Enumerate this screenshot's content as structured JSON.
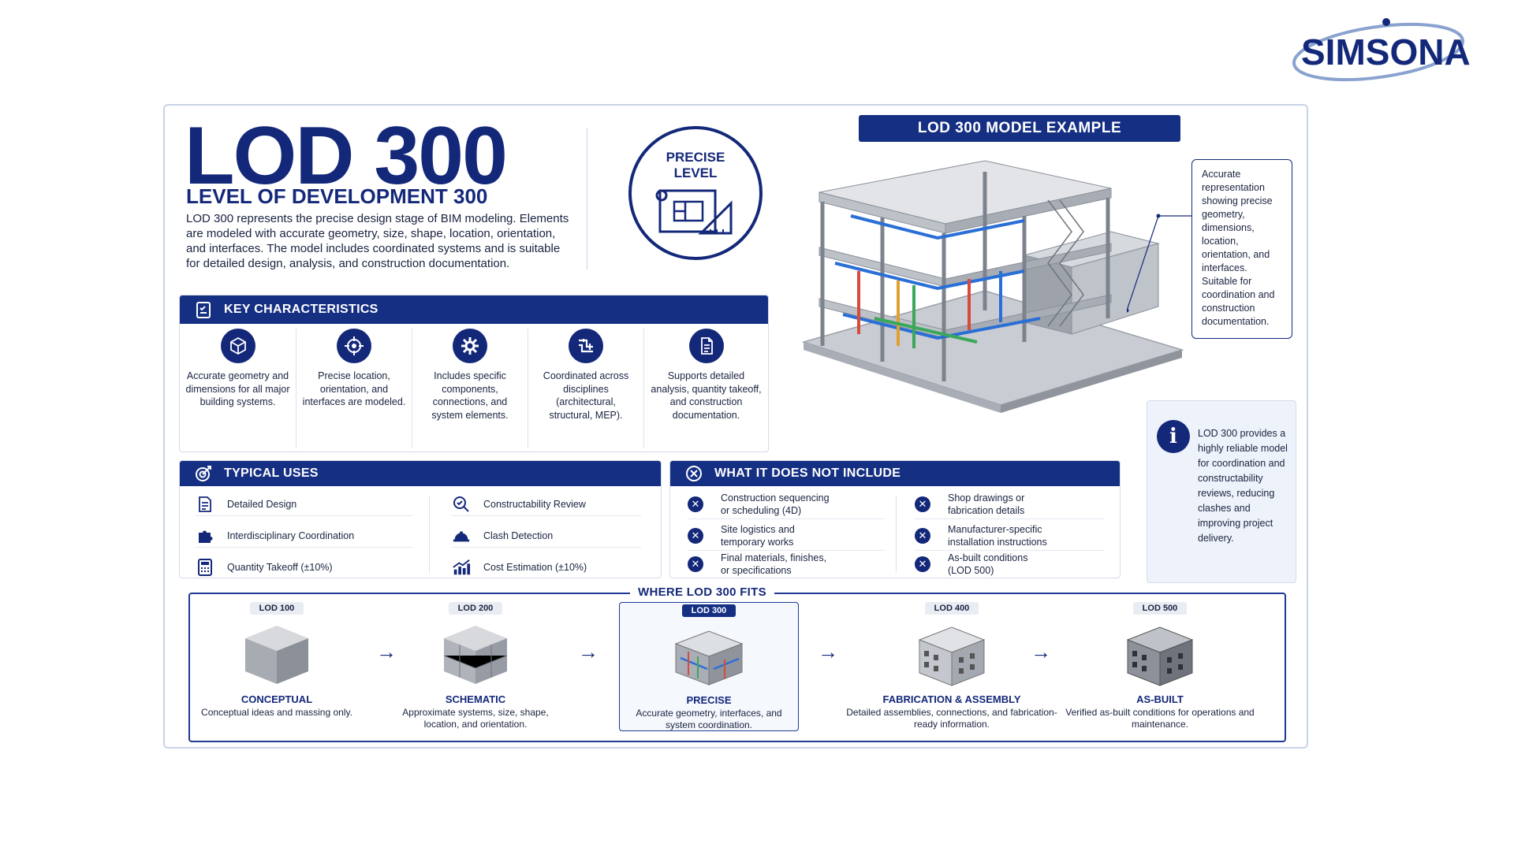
{
  "brand": {
    "logo_text": "SIMSONA"
  },
  "header": {
    "title": "LOD 300",
    "subtitle": "LEVEL OF DEVELOPMENT 300",
    "intro": "LOD 300 represents the precise design stage of BIM modeling. Elements are modeled with accurate geometry, size, shape, location, orientation, and interfaces. The model includes coordinated systems and is suitable for detailed design, analysis, and construction documentation.",
    "badge_line1": "PRECISE",
    "badge_line2": "LEVEL"
  },
  "key_characteristics": {
    "title": "KEY CHARACTERISTICS",
    "items": [
      {
        "icon": "cube-icon",
        "text": "Accurate geometry and dimensions for all major building systems."
      },
      {
        "icon": "crosshair-icon",
        "text": "Precise location, orientation, and interfaces are modeled."
      },
      {
        "icon": "gear-icon",
        "text": "Includes specific components, connections, and system elements."
      },
      {
        "icon": "pipes-icon",
        "text": "Coordinated across disciplines (architectural, structural, MEP)."
      },
      {
        "icon": "document-icon",
        "text": "Supports detailed analysis, quantity takeoff, and construction documentation."
      }
    ]
  },
  "typical_uses": {
    "title": "TYPICAL USES",
    "items": [
      {
        "icon": "blueprint-icon",
        "label": "Detailed Design"
      },
      {
        "icon": "puzzle-icon",
        "label": "Interdisciplinary Coordination"
      },
      {
        "icon": "calculator-icon",
        "label": "Quantity Takeoff (±10%)"
      },
      {
        "icon": "magnifier-check-icon",
        "label": "Constructability Review"
      },
      {
        "icon": "hardhat-icon",
        "label": "Clash Detection"
      },
      {
        "icon": "chart-up-icon",
        "label": "Cost Estimation (±10%)"
      }
    ]
  },
  "not_included": {
    "title": "WHAT IT DOES NOT INCLUDE",
    "items": [
      {
        "line1": "Construction sequencing",
        "line2": "or scheduling (4D)"
      },
      {
        "line1": "Site logistics and",
        "line2": "temporary works"
      },
      {
        "line1": "Final materials, finishes,",
        "line2": "or specifications"
      },
      {
        "line1": "Shop drawings or",
        "line2": "fabrication details"
      },
      {
        "line1": "Manufacturer-specific",
        "line2": "installation instructions"
      },
      {
        "line1": "As-built conditions",
        "line2": "(LOD 500)"
      }
    ]
  },
  "model_example": {
    "title": "LOD 300 MODEL EXAMPLE",
    "callout": "Accurate representation showing precise geometry, dimensions, location, orientation, and interfaces. Suitable for coordination and construction documentation."
  },
  "info_box": {
    "text": "LOD 300 provides a highly reliable model for coordination and constructability reviews, reducing clashes and improving project delivery."
  },
  "where_fits": {
    "title": "WHERE LOD 300 FITS",
    "stages": [
      {
        "level": "LOD 100",
        "name": "CONCEPTUAL",
        "desc": "Conceptual ideas and massing only."
      },
      {
        "level": "LOD 200",
        "name": "SCHEMATIC",
        "desc": "Approximate systems, size, shape, location, and orientation."
      },
      {
        "level": "LOD 300",
        "name": "PRECISE",
        "desc": "Accurate geometry, interfaces, and system coordination."
      },
      {
        "level": "LOD 400",
        "name": "FABRICATION & ASSEMBLY",
        "desc": "Detailed assemblies, connections, and fabrication-ready information."
      },
      {
        "level": "LOD 500",
        "name": "AS-BUILT",
        "desc": "Verified as-built conditions for operations and maintenance."
      }
    ]
  },
  "colors": {
    "navy": "#14287a",
    "header_blue": "#152f83",
    "accent": "#2a6fd6"
  }
}
